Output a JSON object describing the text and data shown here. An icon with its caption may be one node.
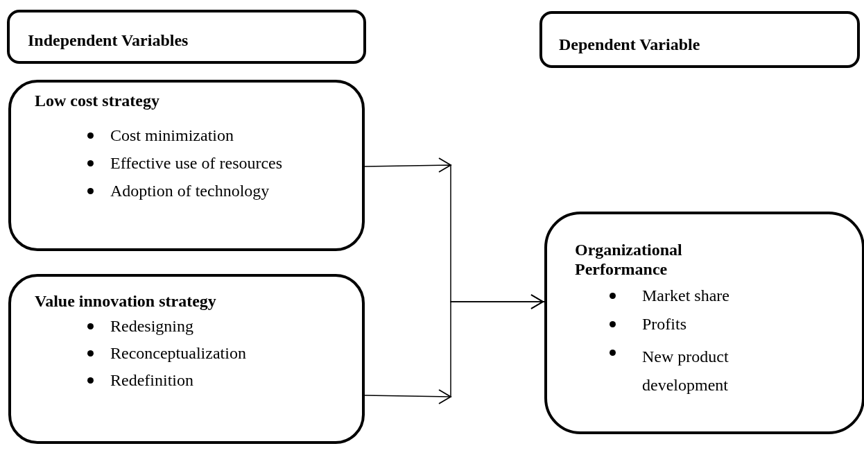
{
  "diagram": {
    "nodes": [
      {
        "text": [
          "Independent Variables"
        ]
      },
      {
        "text": [
          "Dependent Variable"
        ]
      },
      {
        "text": [
          "Low cost strategy",
          "Cost minimization",
          "Effective use of resources",
          "Adoption of technology"
        ]
      },
      {
        "text": [
          "Value innovation strategy",
          "Redesigning",
          "Reconceptualization",
          "Redefinition"
        ]
      },
      {
        "text": [
          "Organizational Performance",
          "Market share",
          "Profits",
          "New product development"
        ]
      }
    ],
    "edges": [
      {
        "from": 2,
        "to": 4,
        "arrow": "to"
      },
      {
        "from": 3,
        "to": 4,
        "arrow": "to"
      }
    ]
  }
}
